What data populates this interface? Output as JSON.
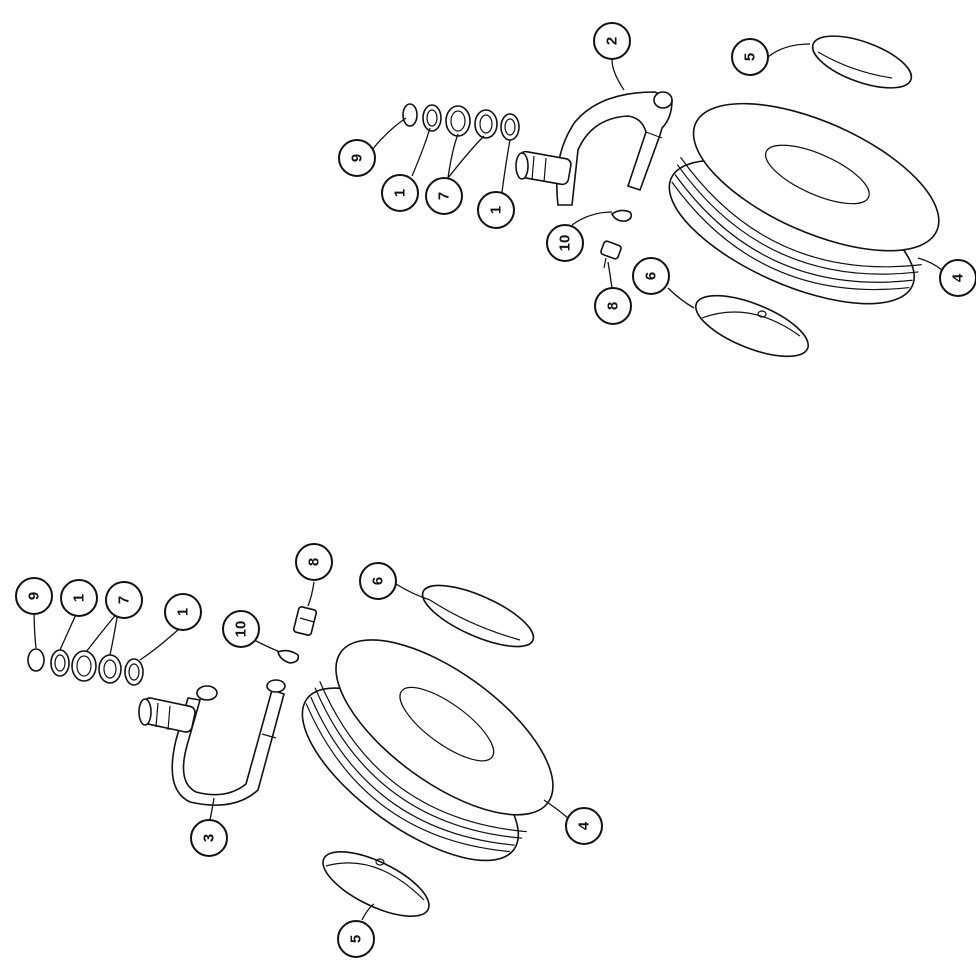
{
  "assemblies": [
    {
      "id": "upper",
      "callouts": [
        "2",
        "5",
        "9",
        "1",
        "7",
        "1",
        "10",
        "8",
        "6",
        "4"
      ]
    },
    {
      "id": "lower",
      "callouts": [
        "9",
        "1",
        "7",
        "1",
        "8",
        "6",
        "10",
        "3",
        "4",
        "5"
      ]
    }
  ]
}
